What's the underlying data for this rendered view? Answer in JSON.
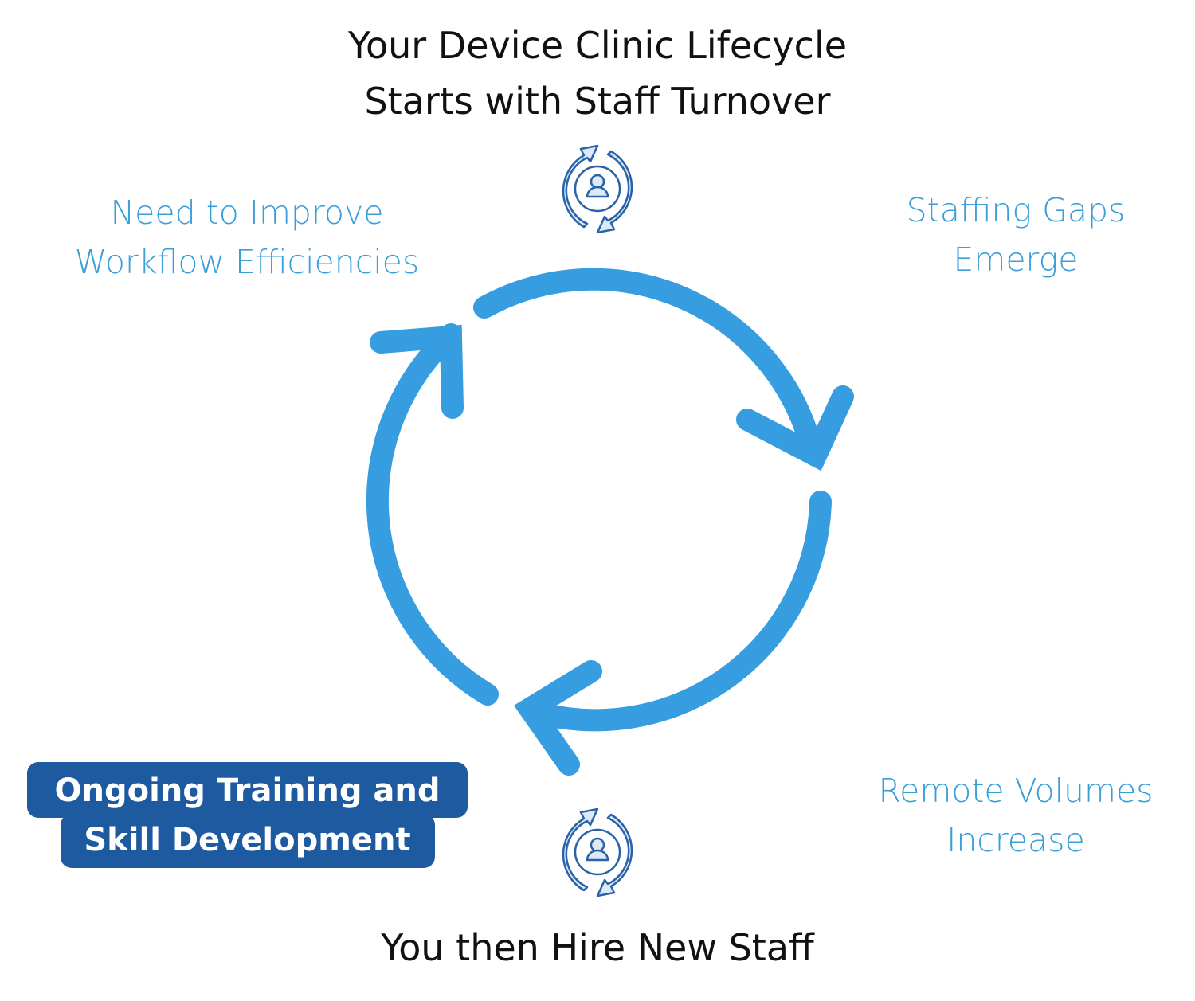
{
  "title": {
    "line1": "Your Device Clinic Lifecycle",
    "line2": "Starts with Staff Turnover"
  },
  "labels": {
    "staffing_gaps": {
      "line1": "Staffing Gaps",
      "line2": "Emerge"
    },
    "remote_volumes": {
      "line1": "Remote Volumes",
      "line2": "Increase"
    },
    "workflow": {
      "line1": "Need to Improve",
      "line2": "Workflow Efficiencies"
    },
    "training": {
      "line1": "Ongoing Training and",
      "line2": "Skill Development"
    }
  },
  "bottom": "You then Hire New Staff",
  "icons": [
    "staff-turnover-icon",
    "hire-staff-icon"
  ],
  "colors": {
    "cycle": "#369de0",
    "label": "#3a9fd8",
    "badge": "#1e5aa0",
    "icon": "#2a62a8",
    "icon_fill": "#dce9f7"
  }
}
